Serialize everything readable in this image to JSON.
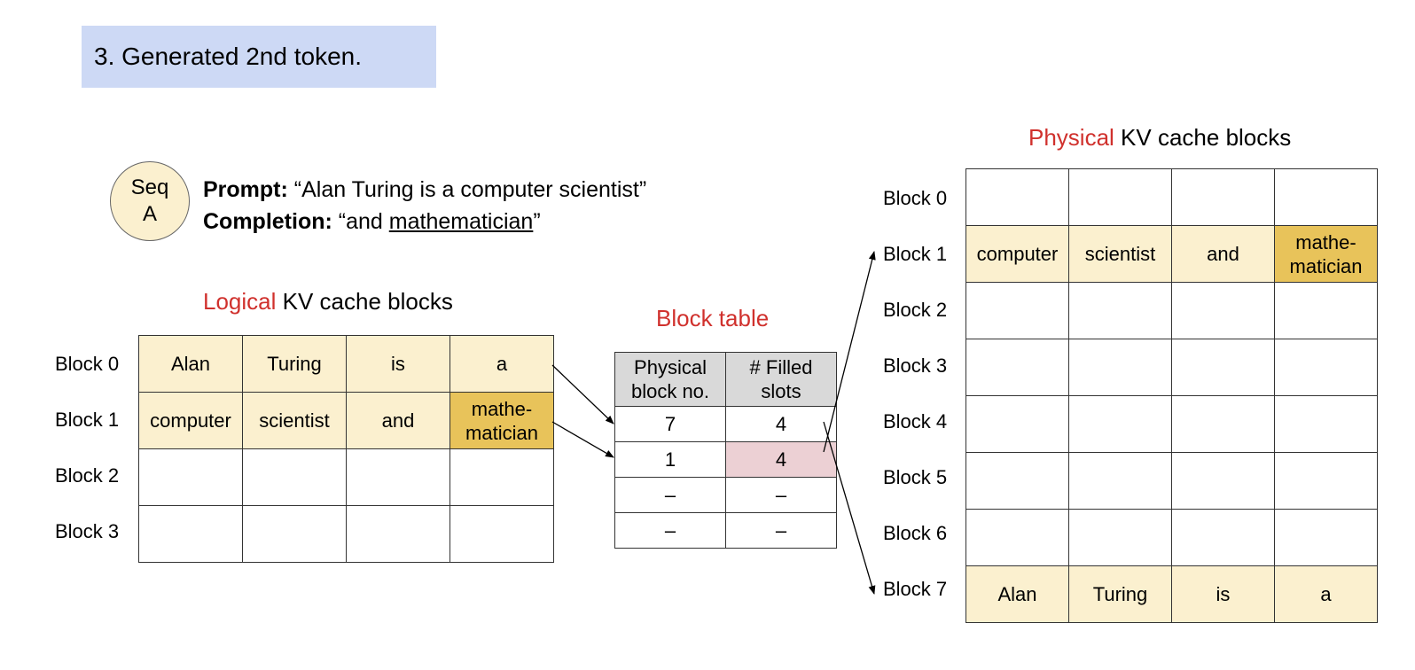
{
  "title": "3. Generated 2nd token.",
  "sequence": {
    "badge_line1": "Seq",
    "badge_line2": "A",
    "prompt_label": "Prompt:",
    "prompt_text": "“Alan Turing is a computer scientist”",
    "completion_label": "Completion:",
    "completion_open": "“and ",
    "completion_new_token": "mathematician",
    "completion_close": "”"
  },
  "logical": {
    "heading_highlight": "Logical",
    "heading_rest": " KV cache blocks",
    "row_labels": [
      "Block 0",
      "Block 1",
      "Block 2",
      "Block 3"
    ],
    "rows": [
      [
        "Alan",
        "Turing",
        "is",
        "a"
      ],
      [
        "computer",
        "scientist",
        "and",
        "mathe-\nmatician"
      ],
      [
        "",
        "",
        "",
        ""
      ],
      [
        "",
        "",
        "",
        ""
      ]
    ]
  },
  "block_table": {
    "heading": "Block table",
    "col1_header_l1": "Physical",
    "col1_header_l2": "block no.",
    "col2_header_l1": "# Filled",
    "col2_header_l2": "slots",
    "rows": [
      [
        "7",
        "4"
      ],
      [
        "1",
        "4"
      ],
      [
        "–",
        "–"
      ],
      [
        "–",
        "–"
      ]
    ]
  },
  "physical": {
    "heading_highlight": "Physical",
    "heading_rest": " KV cache blocks",
    "row_labels": [
      "Block 0",
      "Block 1",
      "Block 2",
      "Block 3",
      "Block 4",
      "Block 5",
      "Block 6",
      "Block 7"
    ],
    "rows": [
      [
        "",
        "",
        "",
        ""
      ],
      [
        "computer",
        "scientist",
        "and",
        "mathe-\nmatician"
      ],
      [
        "",
        "",
        "",
        ""
      ],
      [
        "",
        "",
        "",
        ""
      ],
      [
        "",
        "",
        "",
        ""
      ],
      [
        "",
        "",
        "",
        ""
      ],
      [
        "",
        "",
        "",
        ""
      ],
      [
        "Alan",
        "Turing",
        "is",
        "a"
      ]
    ]
  },
  "colors": {
    "title_bg": "#cdd9f5",
    "filled_slot": "#fbf0cf",
    "new_token_slot": "#e8c35a",
    "updated_count": "#ecd0d4",
    "accent_red": "#d0312d"
  }
}
